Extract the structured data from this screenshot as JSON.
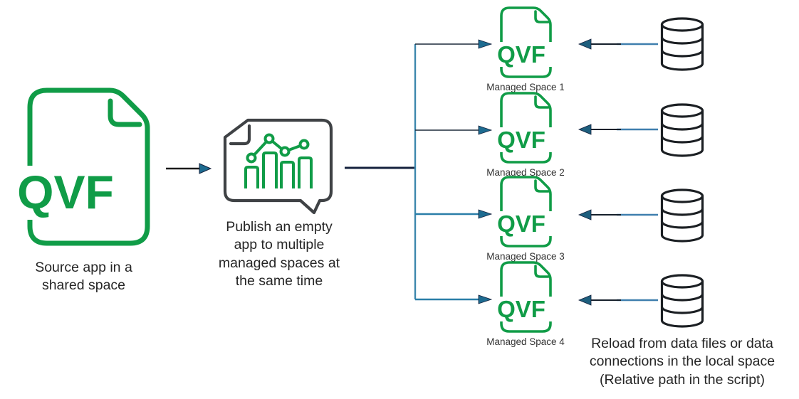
{
  "diagram": {
    "source": {
      "file_label": "QVF",
      "caption": "Source app in a shared space"
    },
    "publish": {
      "caption": "Publish an empty app to multiple managed spaces at the same time"
    },
    "managed_spaces": [
      {
        "file_label": "QVF",
        "caption": "Managed Space 1"
      },
      {
        "file_label": "QVF",
        "caption": "Managed Space 2"
      },
      {
        "file_label": "QVF",
        "caption": "Managed Space 3"
      },
      {
        "file_label": "QVF",
        "caption": "Managed Space 4"
      }
    ],
    "reload_note": "Reload from data files or data connections in the local space (Relative path in the script)",
    "colors": {
      "qvf_green": "#109c47",
      "bubble_gray": "#3f4245",
      "arrow_navy": "#14213d",
      "arrow_teal": "#2e7fa6",
      "arrowhead_teal": "#1d6b90",
      "db_black": "#1b1f23",
      "text": "#262626"
    }
  }
}
